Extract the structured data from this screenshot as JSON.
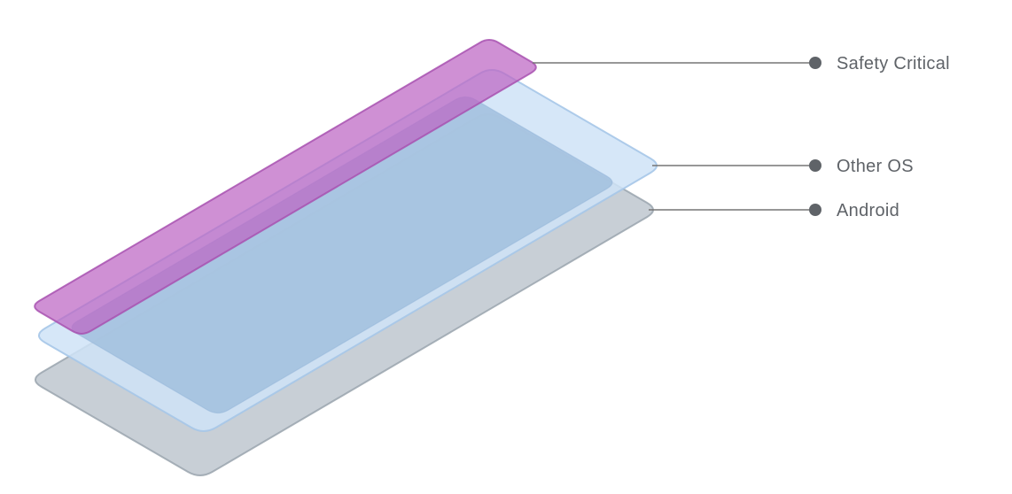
{
  "diagram": {
    "layers": [
      {
        "id": "safety-critical",
        "label": "Safety Critical",
        "fill": "#bd65c3",
        "stroke": "#a852b0"
      },
      {
        "id": "other-os",
        "label": "Other OS",
        "fill": "#cfe3f7",
        "stroke": "#a6c6e8",
        "inner_fill": "#a3c0de",
        "inner_stroke": "#8fb2d6"
      },
      {
        "id": "android",
        "label": "Android",
        "fill": "#c2cad1",
        "stroke": "#9aa5ae"
      }
    ],
    "label_color": "#5f6368",
    "leader_color": "#757575",
    "dot_color": "#5f6368"
  }
}
